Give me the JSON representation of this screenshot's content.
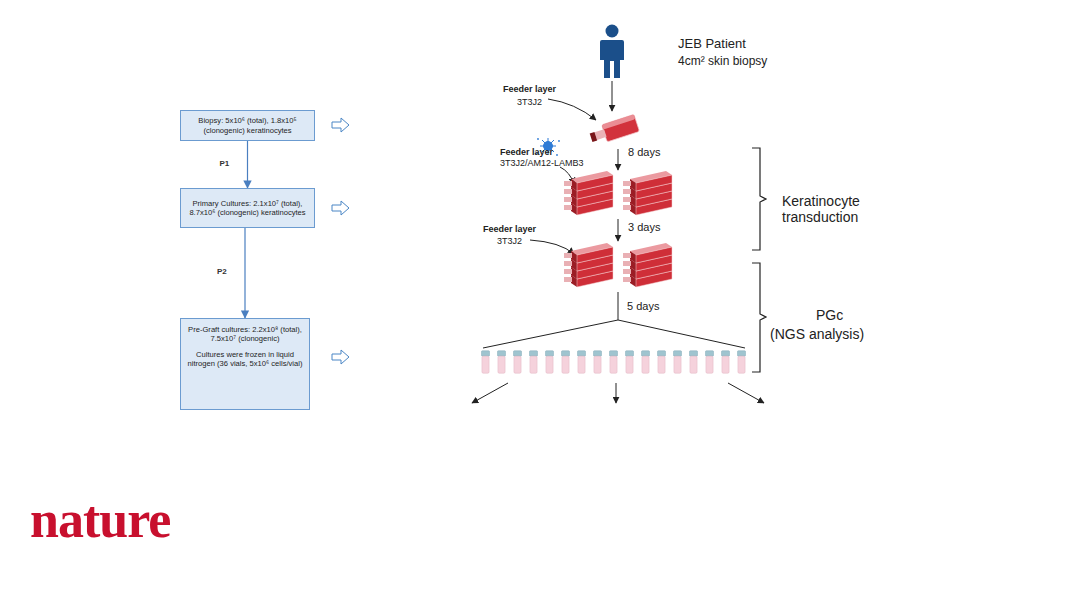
{
  "diagram": {
    "nodes": [
      {
        "text": [
          "Biopsy: 5x10⁶ (total), 1.8x10⁵ (clonogenic) keratinocytes"
        ]
      },
      {
        "text": [
          "Primary Cultures: 2.1x10⁷ (total), 8.7x10⁶ (clonogenic) keratinocytes"
        ]
      },
      {
        "text": [
          "Pre-Graft cultures: 2.2x10⁸ (total), 7.5x10⁷ (clonogenic)",
          "Cultures were frozen in liquid nitrogen (36 vials, 5x10⁶ cells/vial)"
        ]
      }
    ],
    "edges": [
      {
        "from": 0,
        "to": 1,
        "label": "P1",
        "arrow": "to"
      },
      {
        "from": 1,
        "to": 2,
        "label": "P2",
        "arrow": "to"
      }
    ],
    "labels": [
      "JEB Patient",
      "4cm² skin biopsy",
      "Feeder layer",
      "3T3J2",
      "8 days",
      "Feeder layer",
      "3T3J2/AM12-LAMB3",
      "3 days",
      "Feeder layer",
      "3T3J2",
      "5 days",
      "Keratinocyte transduction",
      "PGc",
      "(NGS analysis)",
      "nature"
    ]
  }
}
